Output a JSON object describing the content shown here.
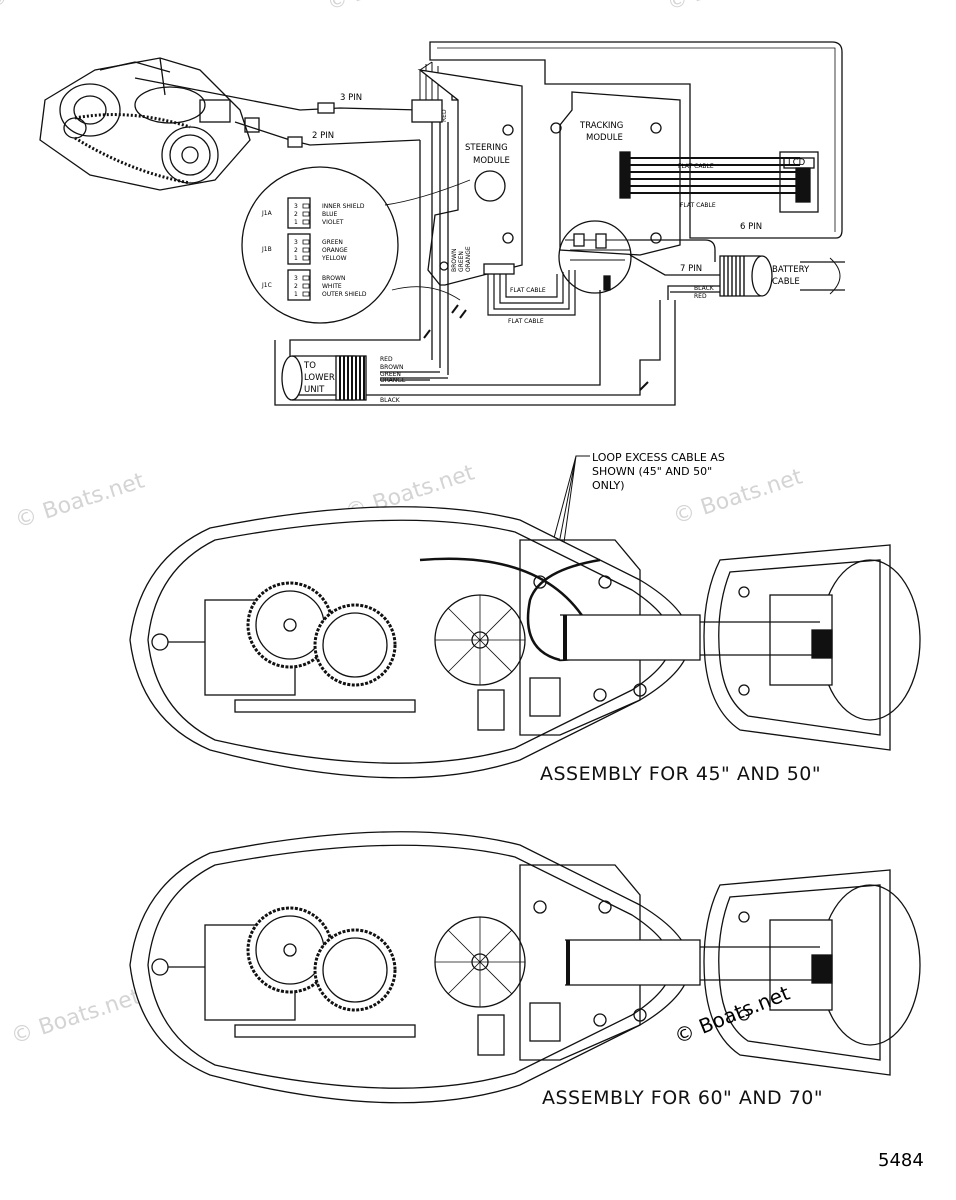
{
  "watermark": "© Boats.net",
  "wiring": {
    "conn_3pin": "3 PIN",
    "conn_2pin": "2 PIN",
    "conn_6pin": "6 PIN",
    "conn_7pin": "7 PIN",
    "steering_module": [
      "STEERING",
      "MODULE"
    ],
    "tracking_module": [
      "TRACKING",
      "MODULE"
    ],
    "lcd": "LCD",
    "flat_cable": "FLAT CABLE",
    "battery_cable": [
      "BATTERY",
      "CABLE"
    ],
    "lower_unit": [
      "TO",
      "LOWER",
      "UNIT"
    ],
    "wire_red": "RED",
    "wire_black": "BLACK",
    "wire_brown": "BROWN",
    "wire_green": "GREEN",
    "wire_orange": "ORANGE",
    "module_wires": [
      "BROWN",
      "GREEN",
      "ORANGE"
    ],
    "detail": {
      "j1": {
        "label": "J1A",
        "wires": [
          "INNER SHIELD",
          "BLUE",
          "VIOLET"
        ]
      },
      "j2": {
        "label": "J1B",
        "wires": [
          "GREEN",
          "ORANGE",
          "YELLOW"
        ]
      },
      "j3": {
        "label": "J1C",
        "wires": [
          "BROWN",
          "WHITE",
          "OUTER SHIELD"
        ]
      },
      "pins": [
        "3",
        "2",
        "1"
      ]
    }
  },
  "callout": [
    "LOOP EXCESS CABLE AS",
    "SHOWN (45\" AND 50\"",
    "ONLY)"
  ],
  "captions": {
    "assembly_45_50": "ASSEMBLY FOR 45\" AND 50\"",
    "assembly_60_70": "ASSEMBLY FOR 60\" AND 70\""
  },
  "figure_number": "5484"
}
